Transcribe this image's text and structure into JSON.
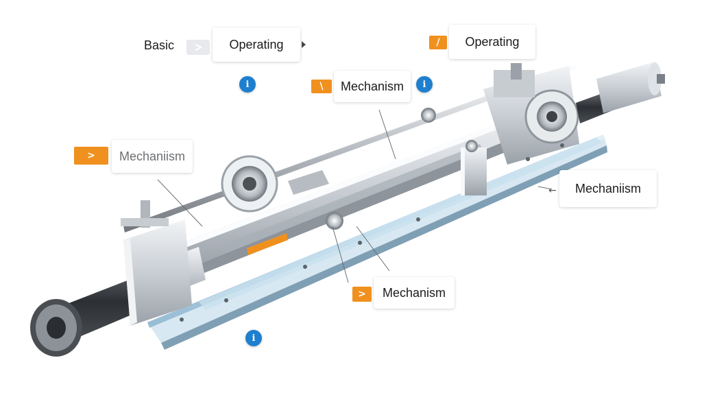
{
  "colors": {
    "accent": "#f0901e",
    "badge": "#1f7fcf",
    "steel": "#c9ced4",
    "rail": "#b7d6ea",
    "dark_steel": "#3a3d42"
  },
  "breadcrumb": {
    "first": "Basic",
    "separator_icon": "chevron-right-icon",
    "current": "Operating",
    "trailing_icon": "caret-right-icon"
  },
  "callouts": [
    {
      "id": "top-right",
      "text": "Operating",
      "tag_glyph": "/"
    },
    {
      "id": "upper-middle",
      "text": "Mechanism",
      "tag_glyph": "\\"
    },
    {
      "id": "left",
      "text": "Mechaniism",
      "tag_glyph": ">"
    },
    {
      "id": "right",
      "text": "Mechaniism",
      "tag_glyph": ""
    },
    {
      "id": "lower-middle",
      "text": "Mechanism",
      "tag_glyph": ">"
    }
  ],
  "info_badges": [
    {
      "icon": "info-icon",
      "glyph": "ℹ"
    },
    {
      "icon": "info-icon",
      "glyph": "ℹ"
    },
    {
      "icon": "info-icon",
      "glyph": "ℹ"
    }
  ]
}
